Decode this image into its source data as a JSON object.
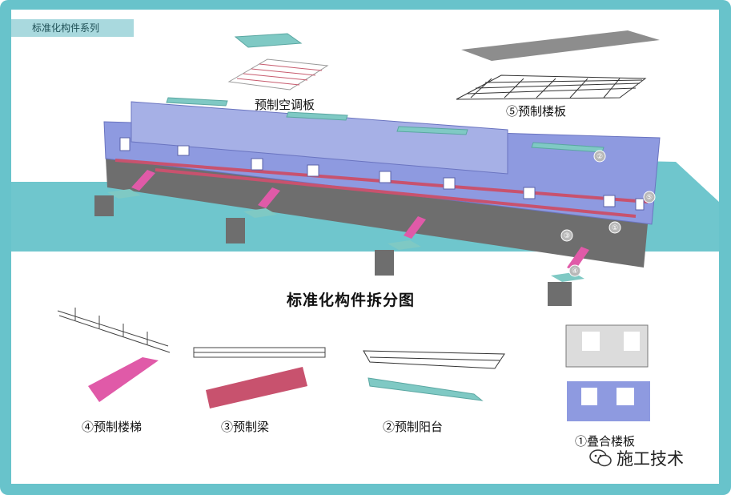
{
  "header": {
    "series_title": "标准化构件系列"
  },
  "diagram": {
    "main_title": "标准化构件拆分图",
    "labels": {
      "ac_board": "预制空调板",
      "floor_slab": "⑤预制楼板",
      "stair": "④预制楼梯",
      "beam": "③预制梁",
      "balcony": "②预制阳台",
      "wall": "①叠合楼板"
    },
    "markers": [
      "①",
      "②",
      "③",
      "④",
      "⑤"
    ]
  },
  "watermark": {
    "text": "施工技术",
    "icon": "wechat-icon"
  },
  "colors": {
    "frame": "#68c3cb",
    "wall_blue": "#8e9ae0",
    "concrete": "#6e6e6e",
    "stair_pink": "#e05aa8",
    "beam_red": "#c8526e",
    "slab_teal": "#7fc9c4"
  }
}
